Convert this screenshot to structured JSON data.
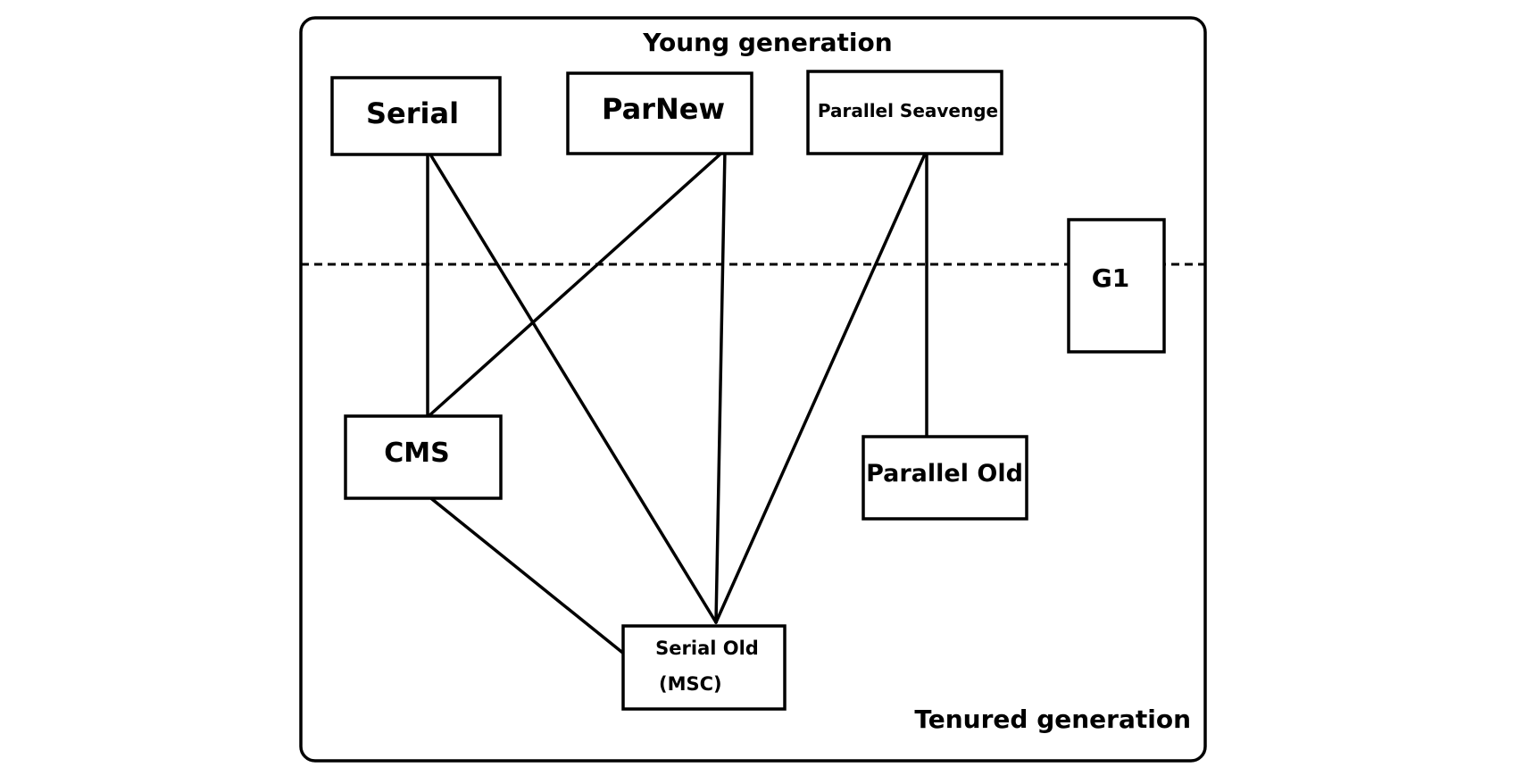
{
  "diagram": {
    "regions": {
      "young": "Young generation",
      "tenured": "Tenured generation"
    },
    "nodes": {
      "serial": "Serial",
      "parnew": "ParNew",
      "parallel_scavenge": "Parallel Seavenge",
      "g1": "G1",
      "cms": "CMS",
      "parallel_old": "Parallel Old",
      "serial_old_line1": "Serial Old",
      "serial_old_line2": "(MSC)"
    },
    "links": [
      [
        "serial",
        "cms"
      ],
      [
        "serial",
        "serial_old"
      ],
      [
        "parnew",
        "cms"
      ],
      [
        "parnew",
        "serial_old"
      ],
      [
        "parallel_scavenge",
        "serial_old"
      ],
      [
        "parallel_scavenge",
        "parallel_old"
      ],
      [
        "cms",
        "serial_old"
      ]
    ],
    "colors": {
      "stroke": "#000000",
      "background": "#ffffff"
    }
  }
}
